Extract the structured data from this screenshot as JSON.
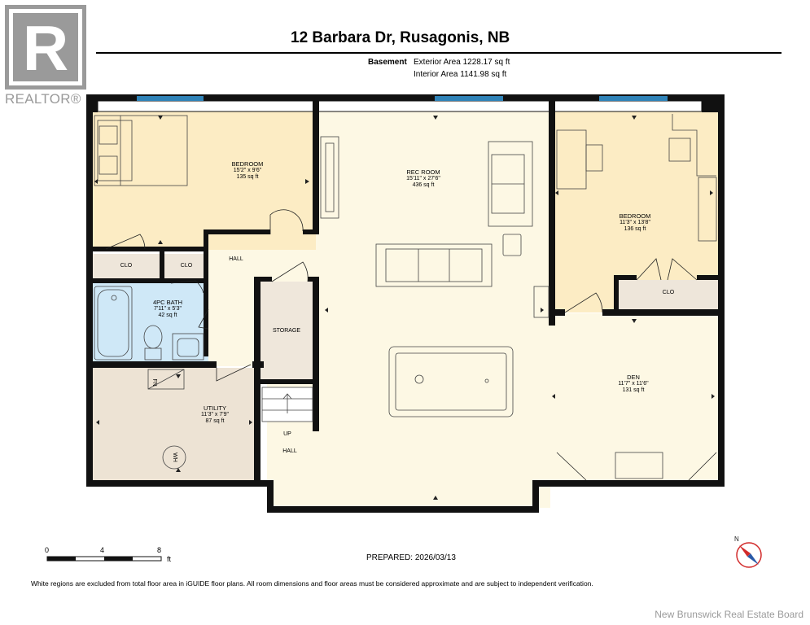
{
  "header": {
    "title": "12 Barbara Dr, Rusagonis, NB",
    "floor": "Basement",
    "exterior_area": "Exterior Area 1228.17 sq ft",
    "interior_area": "Interior Area 1141.98 sq ft"
  },
  "logo": {
    "letter": "R",
    "text": "REALTOR®"
  },
  "rooms": {
    "bedroom1": {
      "name": "BEDROOM",
      "dims": "15'2\" x 9'6\"",
      "area": "135 sq ft"
    },
    "rec_room": {
      "name": "REC ROOM",
      "dims": "15'11\" x 27'6\"",
      "area": "436 sq ft"
    },
    "bedroom2": {
      "name": "BEDROOM",
      "dims": "11'3\" x 13'8\"",
      "area": "136 sq ft"
    },
    "bath": {
      "name": "4PC BATH",
      "dims": "7'11\" x 5'3\"",
      "area": "42 sq ft"
    },
    "utility": {
      "name": "UTILITY",
      "dims": "11'3\" x 7'9\"",
      "area": "87 sq ft"
    },
    "den": {
      "name": "DEN",
      "dims": "11'7\" x 11'6\"",
      "area": "131 sq ft"
    },
    "clo1": "CLO",
    "clo2": "CLO",
    "clo3": "CLO",
    "hall1": "HALL",
    "hall2": "HALL",
    "storage": "STORAGE",
    "up": "UP",
    "fn": "FN",
    "wh": "WH"
  },
  "scale": {
    "l0": "0",
    "l4": "4",
    "l8": "8",
    "unit": "ft"
  },
  "prepared": "PREPARED: 2026/03/13",
  "disclaimer": "White regions are excluded from total floor area in iGUIDE floor plans. All room dimensions and floor areas must be considered approximate and are subject to independent verification.",
  "footer": {
    "board": "New Brunswick Real Estate Board"
  },
  "compass": {
    "label": "N"
  },
  "colors": {
    "cream": "#fdf8e4",
    "bedroom": "#fcecc4",
    "bath": "#cfe8f7",
    "utility": "#ede3d4",
    "storage": "#efe7db",
    "closet": "#eee6da",
    "window": "#2f83b8",
    "compass_red": "#d22b2b",
    "compass_blue": "#2a5aa8"
  }
}
